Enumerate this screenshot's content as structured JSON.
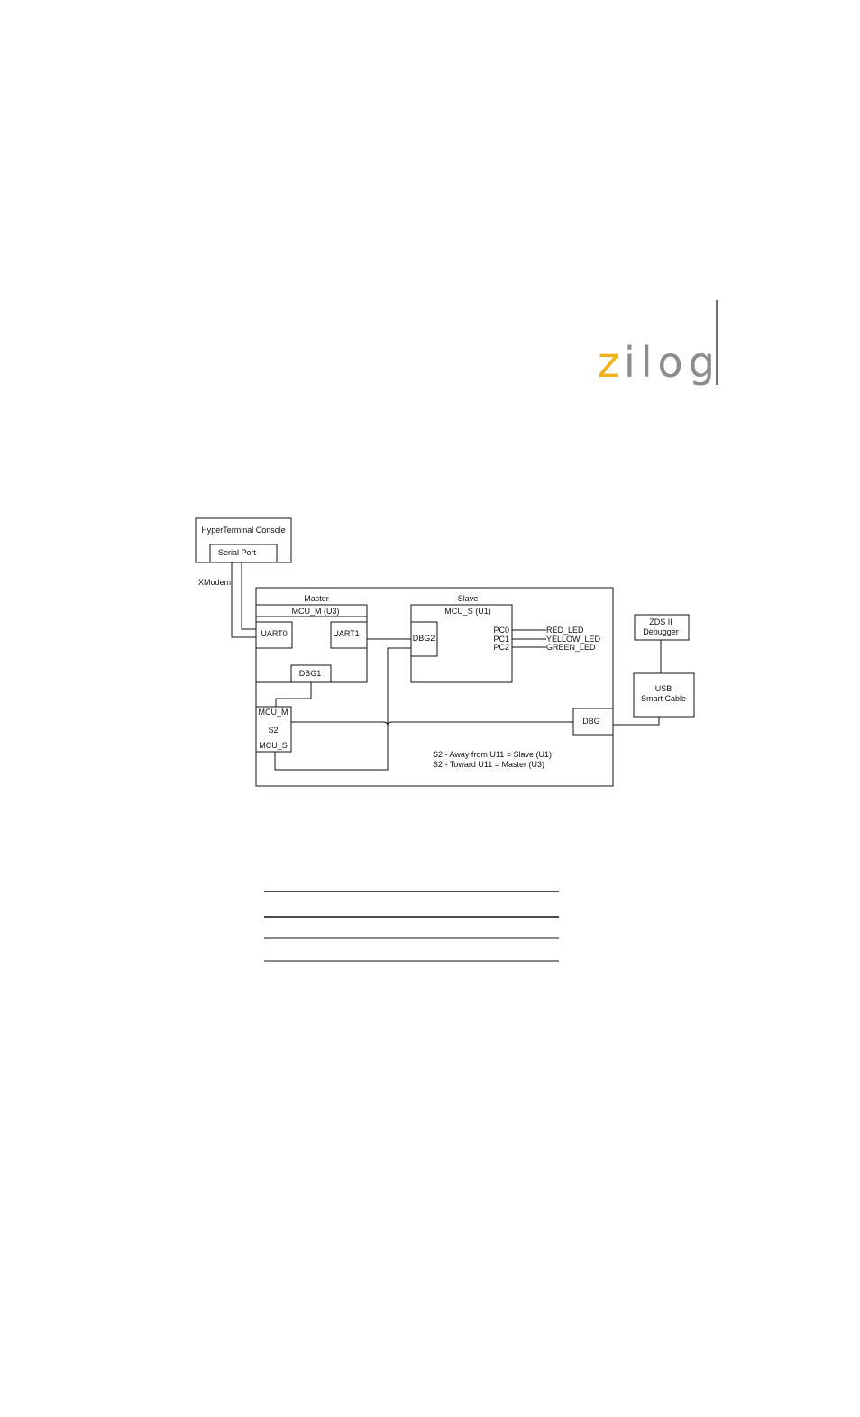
{
  "logo": {
    "z": "z",
    "rest": "ilog",
    "reg": "®"
  },
  "diagram": {
    "console": {
      "title": "HyperTerminal Console",
      "serial_port": "Serial Port"
    },
    "xmodem": "XModem",
    "master": {
      "group_label": "Master",
      "mcu_label": "MCU_M (U3)",
      "uart0": "UART0",
      "uart1": "UART1",
      "dbg1": "DBG1"
    },
    "slave": {
      "group_label": "Slave",
      "mcu_label": "MCU_S (U1)",
      "dbg2": "DBG2",
      "pins": [
        {
          "pin": "PC0",
          "signal": "RED_LED"
        },
        {
          "pin": "PC1",
          "signal": "YELLOW_LED"
        },
        {
          "pin": "PC2",
          "signal": "GREEN_LED"
        }
      ]
    },
    "switch": {
      "top": "MCU_M",
      "name": "S2",
      "bottom": "MCU_S"
    },
    "dbg": "DBG",
    "zds": {
      "line1": "ZDS II",
      "line2": "Debugger"
    },
    "usb": {
      "line1": "USB",
      "line2": "Smart Cable"
    },
    "notes": [
      "S2 - Away from U11 = Slave (U1)",
      "S2 - Toward U11 = Master (U3)"
    ]
  }
}
